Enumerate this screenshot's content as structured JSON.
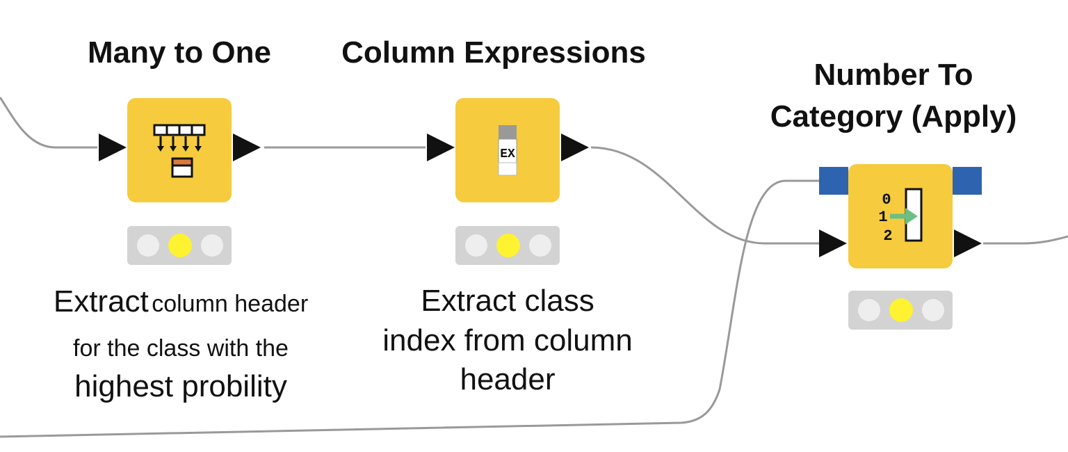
{
  "workflow": {
    "nodes": [
      {
        "id": "many-to-one",
        "title": "Many to One",
        "annotation": {
          "line1_big": "Extract",
          "line1_small": "column header",
          "line2": "for the class with the",
          "line3": "highest probility"
        },
        "status": "configured",
        "status_lights": [
          "off",
          "yellow",
          "off"
        ]
      },
      {
        "id": "column-expressions",
        "title": "Column Expressions",
        "annotation": {
          "line1": "Extract class",
          "line2": "index from column",
          "line3": "header"
        },
        "status": "configured",
        "status_lights": [
          "off",
          "yellow",
          "off"
        ]
      },
      {
        "id": "number-to-category",
        "title_line1": "Number To",
        "title_line2": "Category (Apply)",
        "status": "configured",
        "status_lights": [
          "off",
          "yellow",
          "off"
        ]
      }
    ],
    "colors": {
      "node_fill": "#F6CB3E",
      "status_bg": "#D3D3D3",
      "light_off": "#EEEEEE",
      "light_yellow": "#FFF230",
      "model_port": "#2E64AF",
      "connection": "#999999",
      "arrow_green": "#6CBF84"
    }
  }
}
